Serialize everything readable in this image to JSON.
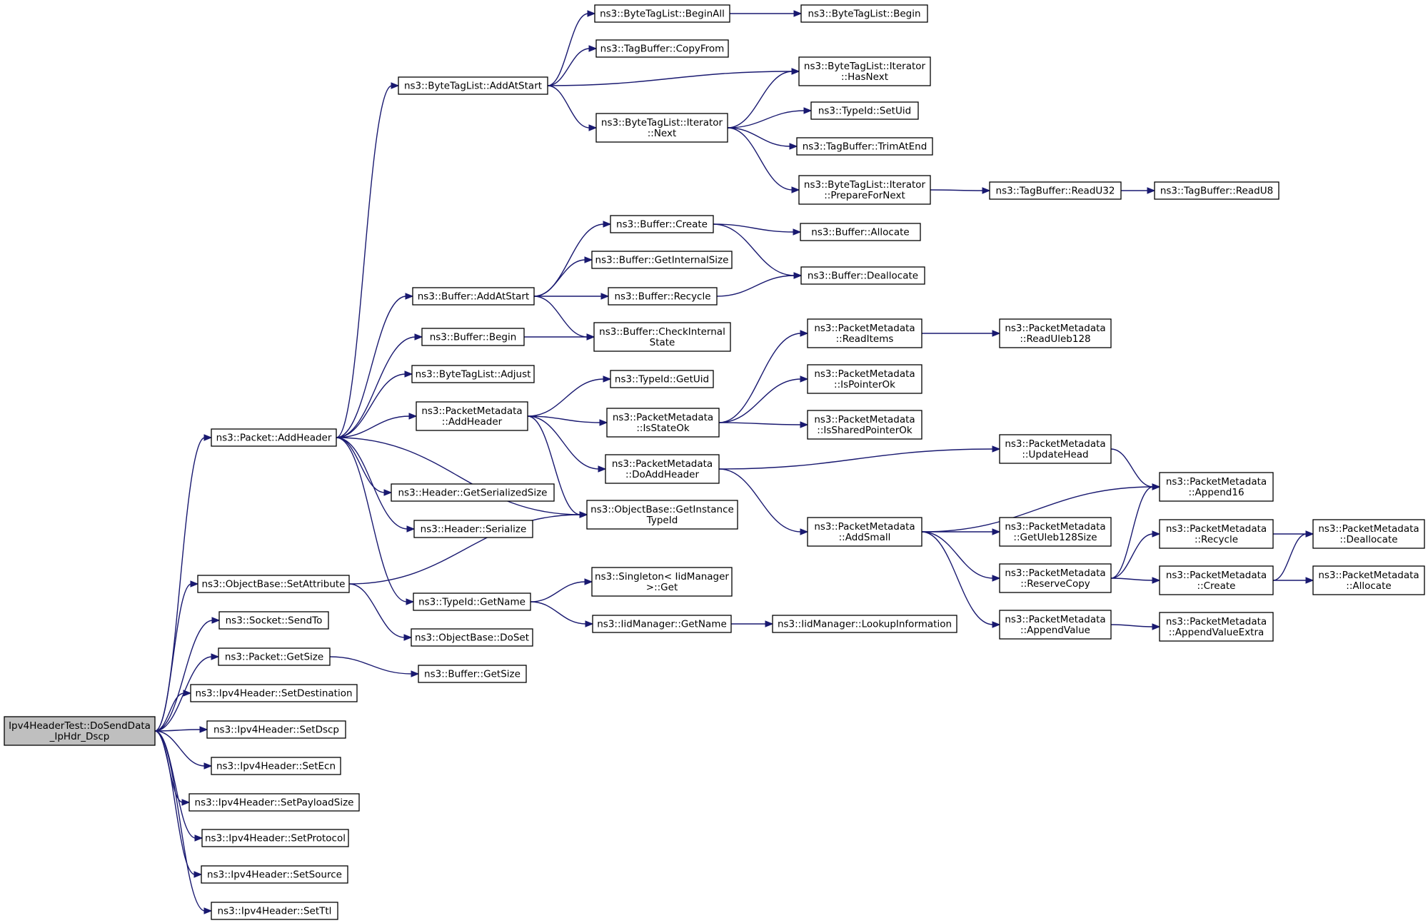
{
  "nodes": {
    "root": [
      "Ipv4HeaderTest::DoSendData",
      "_IpHdr_Dscp"
    ],
    "addheader": [
      "ns3::Packet::AddHeader"
    ],
    "setattr": [
      "ns3::ObjectBase::SetAttribute"
    ],
    "sendto": [
      "ns3::Socket::SendTo"
    ],
    "pgetsize": [
      "ns3::Packet::GetSize"
    ],
    "setdest": [
      "ns3::Ipv4Header::SetDestination"
    ],
    "setdscp": [
      "ns3::Ipv4Header::SetDscp"
    ],
    "setecn": [
      "ns3::Ipv4Header::SetEcn"
    ],
    "setpay": [
      "ns3::Ipv4Header::SetPayloadSize"
    ],
    "setproto": [
      "ns3::Ipv4Header::SetProtocol"
    ],
    "setsrc": [
      "ns3::Ipv4Header::SetSource"
    ],
    "setttl": [
      "ns3::Ipv4Header::SetTtl"
    ],
    "btladdatstart": [
      "ns3::ByteTagList::AddAtStart"
    ],
    "bufaddatstart": [
      "ns3::Buffer::AddAtStart"
    ],
    "bufbegin": [
      "ns3::Buffer::Begin"
    ],
    "btladjust": [
      "ns3::ByteTagList::Adjust"
    ],
    "pmaddheader": [
      "ns3::PacketMetadata",
      "::AddHeader"
    ],
    "hgetser": [
      "ns3::Header::GetSerializedSize"
    ],
    "hser": [
      "ns3::Header::Serialize"
    ],
    "tidgetname": [
      "ns3::TypeId::GetName"
    ],
    "obdoset": [
      "ns3::ObjectBase::DoSet"
    ],
    "bufgetsize": [
      "ns3::Buffer::GetSize"
    ],
    "btlbeginall": [
      "ns3::ByteTagList::BeginAll"
    ],
    "tbcopyfrom": [
      "ns3::TagBuffer::CopyFrom"
    ],
    "btlinext": [
      "ns3::ByteTagList::Iterator",
      "::Next"
    ],
    "btlbegin": [
      "ns3::ByteTagList::Begin"
    ],
    "btlihasnext": [
      "ns3::ByteTagList::Iterator",
      "::HasNext"
    ],
    "tidsetuid": [
      "ns3::TypeId::SetUid"
    ],
    "tbtrim": [
      "ns3::TagBuffer::TrimAtEnd"
    ],
    "btliprep": [
      "ns3::ByteTagList::Iterator",
      "::PrepareForNext"
    ],
    "tbreadu32": [
      "ns3::TagBuffer::ReadU32"
    ],
    "tbreadu8": [
      "ns3::TagBuffer::ReadU8"
    ],
    "bufcreate": [
      "ns3::Buffer::Create"
    ],
    "bufgetint": [
      "ns3::Buffer::GetInternalSize"
    ],
    "bufrecycle": [
      "ns3::Buffer::Recycle"
    ],
    "bufcheck": [
      "ns3::Buffer::CheckInternal",
      "State"
    ],
    "bufalloc": [
      "ns3::Buffer::Allocate"
    ],
    "bufdealloc": [
      "ns3::Buffer::Deallocate"
    ],
    "tidgetuid": [
      "ns3::TypeId::GetUid"
    ],
    "pmisstateok": [
      "ns3::PacketMetadata",
      "::IsStateOk"
    ],
    "pmdoaddheader": [
      "ns3::PacketMetadata",
      "::DoAddHeader"
    ],
    "obgetinst": [
      "ns3::ObjectBase::GetInstance",
      "TypeId"
    ],
    "pmreaditems": [
      "ns3::PacketMetadata",
      "::ReadItems"
    ],
    "pmisptrok": [
      "ns3::PacketMetadata",
      "::IsPointerOk"
    ],
    "pmisshared": [
      "ns3::PacketMetadata",
      "::IsSharedPointerOk"
    ],
    "pmreaduleb": [
      "ns3::PacketMetadata",
      "::ReadUleb128"
    ],
    "pmaddsmall": [
      "ns3::PacketMetadata",
      "::AddSmall"
    ],
    "pmupdatehead": [
      "ns3::PacketMetadata",
      "::UpdateHead"
    ],
    "pmgetuleb": [
      "ns3::PacketMetadata",
      "::GetUleb128Size"
    ],
    "pmreserve": [
      "ns3::PacketMetadata",
      "::ReserveCopy"
    ],
    "pmappendvalue": [
      "ns3::PacketMetadata",
      "::AppendValue"
    ],
    "pmappend16": [
      "ns3::PacketMetadata",
      "::Append16"
    ],
    "pmrecycle": [
      "ns3::PacketMetadata",
      "::Recycle"
    ],
    "pmcreate": [
      "ns3::PacketMetadata",
      "::Create"
    ],
    "pmappextra": [
      "ns3::PacketMetadata",
      "::AppendValueExtra"
    ],
    "pmdealloc": [
      "ns3::PacketMetadata",
      "::Deallocate"
    ],
    "pmalloc": [
      "ns3::PacketMetadata",
      "::Allocate"
    ],
    "singget": [
      "ns3::Singleton< IidManager",
      ">::Get"
    ],
    "iidgetname": [
      "ns3::IidManager::GetName"
    ],
    "iidlookup": [
      "ns3::IidManager::LookupInformation"
    ]
  },
  "edges": [
    [
      "root",
      "addheader"
    ],
    [
      "root",
      "setattr"
    ],
    [
      "root",
      "sendto"
    ],
    [
      "root",
      "pgetsize"
    ],
    [
      "root",
      "setdest"
    ],
    [
      "root",
      "setdscp"
    ],
    [
      "root",
      "setecn"
    ],
    [
      "root",
      "setpay"
    ],
    [
      "root",
      "setproto"
    ],
    [
      "root",
      "setsrc"
    ],
    [
      "root",
      "setttl"
    ],
    [
      "addheader",
      "btladdatstart"
    ],
    [
      "addheader",
      "bufaddatstart"
    ],
    [
      "addheader",
      "bufbegin"
    ],
    [
      "addheader",
      "btladjust"
    ],
    [
      "addheader",
      "pmaddheader"
    ],
    [
      "addheader",
      "obgetinst"
    ],
    [
      "addheader",
      "hgetser"
    ],
    [
      "addheader",
      "hser"
    ],
    [
      "addheader",
      "tidgetname"
    ],
    [
      "setattr",
      "obgetinst"
    ],
    [
      "setattr",
      "obdoset"
    ],
    [
      "pgetsize",
      "bufgetsize"
    ],
    [
      "btladdatstart",
      "btlbeginall"
    ],
    [
      "btladdatstart",
      "tbcopyfrom"
    ],
    [
      "btladdatstart",
      "btlihasnext"
    ],
    [
      "btladdatstart",
      "btlinext"
    ],
    [
      "btlbeginall",
      "btlbegin"
    ],
    [
      "btlinext",
      "btlihasnext"
    ],
    [
      "btlinext",
      "tidsetuid"
    ],
    [
      "btlinext",
      "tbtrim"
    ],
    [
      "btlinext",
      "btliprep"
    ],
    [
      "btliprep",
      "tbreadu32"
    ],
    [
      "tbreadu32",
      "tbreadu8"
    ],
    [
      "bufaddatstart",
      "bufcreate"
    ],
    [
      "bufaddatstart",
      "bufgetint"
    ],
    [
      "bufaddatstart",
      "bufrecycle"
    ],
    [
      "bufaddatstart",
      "bufcheck"
    ],
    [
      "bufbegin",
      "bufcheck"
    ],
    [
      "bufcreate",
      "bufalloc"
    ],
    [
      "bufcreate",
      "bufdealloc"
    ],
    [
      "bufrecycle",
      "bufdealloc"
    ],
    [
      "pmaddheader",
      "tidgetuid"
    ],
    [
      "pmaddheader",
      "pmisstateok"
    ],
    [
      "pmaddheader",
      "pmdoaddheader"
    ],
    [
      "pmaddheader",
      "obgetinst"
    ],
    [
      "pmisstateok",
      "pmreaditems"
    ],
    [
      "pmisstateok",
      "pmisptrok"
    ],
    [
      "pmisstateok",
      "pmisshared"
    ],
    [
      "pmreaditems",
      "pmreaduleb"
    ],
    [
      "pmdoaddheader",
      "pmupdatehead"
    ],
    [
      "pmdoaddheader",
      "pmaddsmall"
    ],
    [
      "pmupdatehead",
      "pmappend16"
    ],
    [
      "pmaddsmall",
      "pmappend16"
    ],
    [
      "pmaddsmall",
      "pmgetuleb"
    ],
    [
      "pmaddsmall",
      "pmreserve"
    ],
    [
      "pmaddsmall",
      "pmappendvalue"
    ],
    [
      "pmreserve",
      "pmappend16"
    ],
    [
      "pmreserve",
      "pmrecycle"
    ],
    [
      "pmreserve",
      "pmcreate"
    ],
    [
      "pmappendvalue",
      "pmappextra"
    ],
    [
      "pmrecycle",
      "pmdealloc"
    ],
    [
      "pmcreate",
      "pmdealloc"
    ],
    [
      "pmcreate",
      "pmalloc"
    ],
    [
      "tidgetname",
      "singget"
    ],
    [
      "tidgetname",
      "iidgetname"
    ],
    [
      "iidgetname",
      "iidlookup"
    ]
  ]
}
